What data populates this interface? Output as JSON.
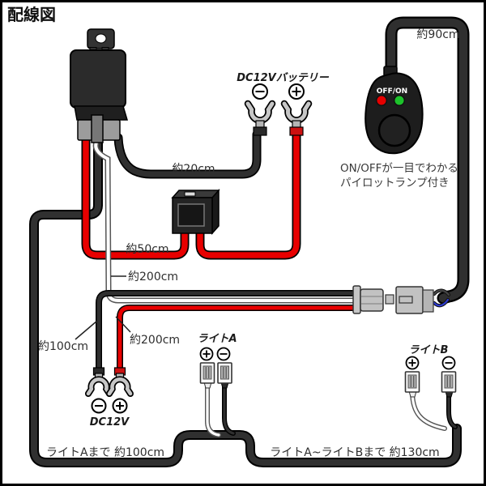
{
  "title": "配線図",
  "colors": {
    "wire_dark": "#2f2f2f",
    "wire_red": "#e80000",
    "wire_white": "#ffffff",
    "wire_blue": "#2e3bd0",
    "connector_gray": "#c2c2c2",
    "led_red": "#e60000",
    "led_green": "#1dc32b"
  },
  "battery": {
    "label": "DC12Vバッテリー",
    "terminals": [
      {
        "polarity": "minus",
        "wire": "black"
      },
      {
        "polarity": "plus",
        "wire": "red"
      }
    ]
  },
  "switch": {
    "label": "OFF/ON",
    "caption1": "ON/OFFが一目でわかる",
    "caption2": "パイロットランプ付き",
    "pilot_lamps": [
      "red",
      "green"
    ]
  },
  "lengths": {
    "l90": "約90cm",
    "l20": "約20cm",
    "l50": "約50cm",
    "l200a": "約200cm",
    "l100": "約100cm",
    "l200b": "約200cm"
  },
  "tap": {
    "label": "DC12V",
    "terminals": [
      {
        "polarity": "minus",
        "wire": "black"
      },
      {
        "polarity": "plus",
        "wire": "red"
      }
    ]
  },
  "lightA": {
    "label": "ライトA",
    "terminals": [
      {
        "polarity": "plus",
        "wire": "white"
      },
      {
        "polarity": "minus",
        "wire": "black"
      }
    ]
  },
  "lightB": {
    "label": "ライトB",
    "terminals": [
      {
        "polarity": "plus",
        "wire": "white"
      },
      {
        "polarity": "minus",
        "wire": "black"
      }
    ]
  },
  "notes": {
    "toA": "ライトAまで 約100cm",
    "AtoB": "ライトA~ライトBまで 約130cm"
  }
}
